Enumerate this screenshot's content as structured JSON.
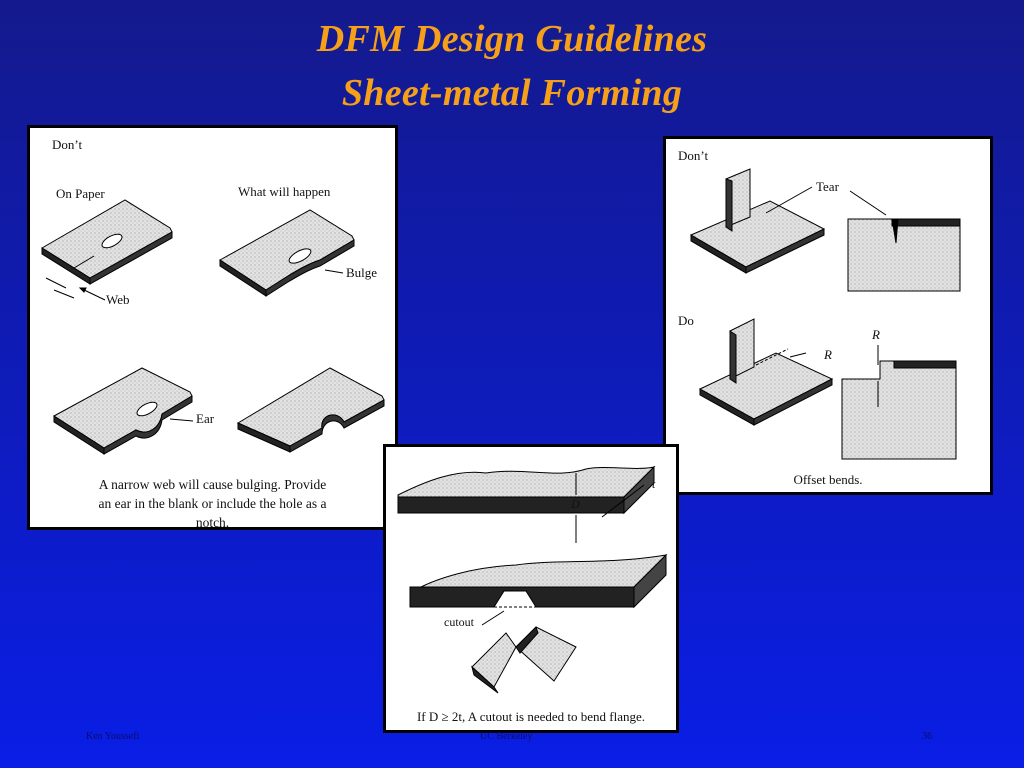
{
  "title": {
    "line1": "DFM Design Guidelines",
    "line2": "Sheet-metal Forming"
  },
  "panel_left": {
    "dont": "Don’t",
    "on_paper": "On Paper",
    "what_will_happen": "What will happen",
    "web": "Web",
    "bulge": "Bulge",
    "ear": "Ear",
    "caption_line1": "A narrow web will cause bulging. Provide",
    "caption_line2": "an ear in the blank or include the hole as a",
    "caption_line3": "notch."
  },
  "panel_right": {
    "dont": "Don’t",
    "tear": "Tear",
    "do": "Do",
    "r_label_1": "R",
    "r_label_2": "R",
    "caption": "Offset bends."
  },
  "panel_center": {
    "t_label": "t",
    "d_label": "D",
    "cutout": "cutout",
    "caption": "If D ≥ 2t, A cutout is needed to bend flange."
  },
  "footer": {
    "author": "Ken Youssefi",
    "org": "UC Berkeley",
    "page": "36"
  }
}
